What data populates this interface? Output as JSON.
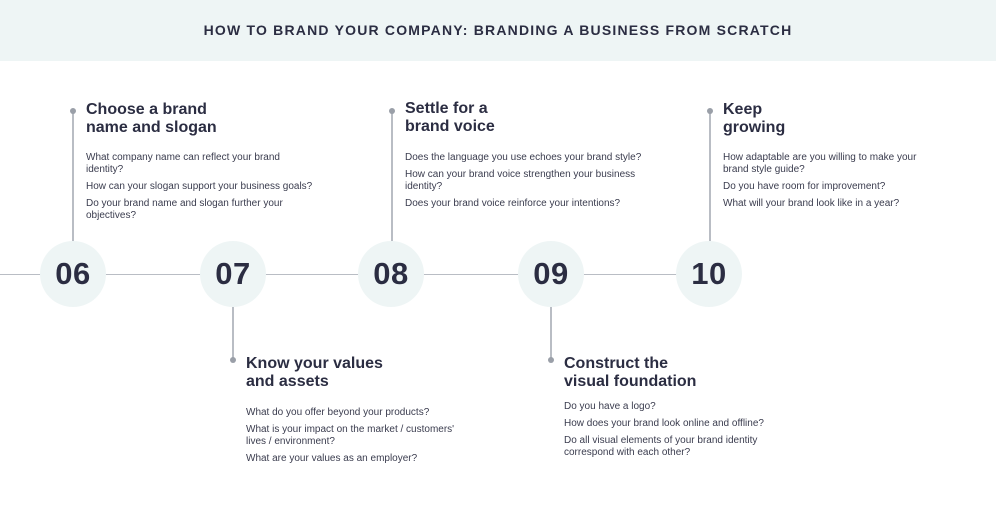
{
  "header": {
    "title": "HOW TO BRAND YOUR COMPANY: BRANDING A BUSINESS FROM SCRATCH"
  },
  "steps": [
    {
      "number": "06",
      "title_line1": "Choose a brand",
      "title_line2": "name and slogan",
      "questions": [
        "What company name can reflect your brand identity?",
        "How can your slogan support your business goals?",
        "Do your brand name and slogan further your objectives?"
      ]
    },
    {
      "number": "07",
      "title_line1": "Know your values",
      "title_line2": "and assets",
      "questions": [
        "What do you offer beyond your products?",
        "What is your impact on the market / customers' lives / environment?",
        "What are your values as an employer?"
      ]
    },
    {
      "number": "08",
      "title_line1": "Settle for a",
      "title_line2": "brand voice",
      "questions": [
        "Does the language you use echoes your brand style?",
        " How can your brand voice strengthen your business identity?",
        "Does your brand voice reinforce your intentions?"
      ]
    },
    {
      "number": "09",
      "title_line1": "Construct the",
      "title_line2": "visual foundation",
      "questions": [
        "Do you have a logo?",
        "How does your brand look online and offline?",
        "Do all visual elements of your brand identity correspond with each other?"
      ]
    },
    {
      "number": "10",
      "title_line1": "Keep",
      "title_line2": "growing",
      "questions": [
        "How adaptable are you willing to make your brand style guide?",
        "Do you have room for improvement?",
        "What will your brand look like in a year?"
      ]
    }
  ],
  "colors": {
    "header_bg": "#eef5f5",
    "circle_bg": "#eef5f5",
    "text": "#2b2d42",
    "line": "#b9bdc4"
  }
}
